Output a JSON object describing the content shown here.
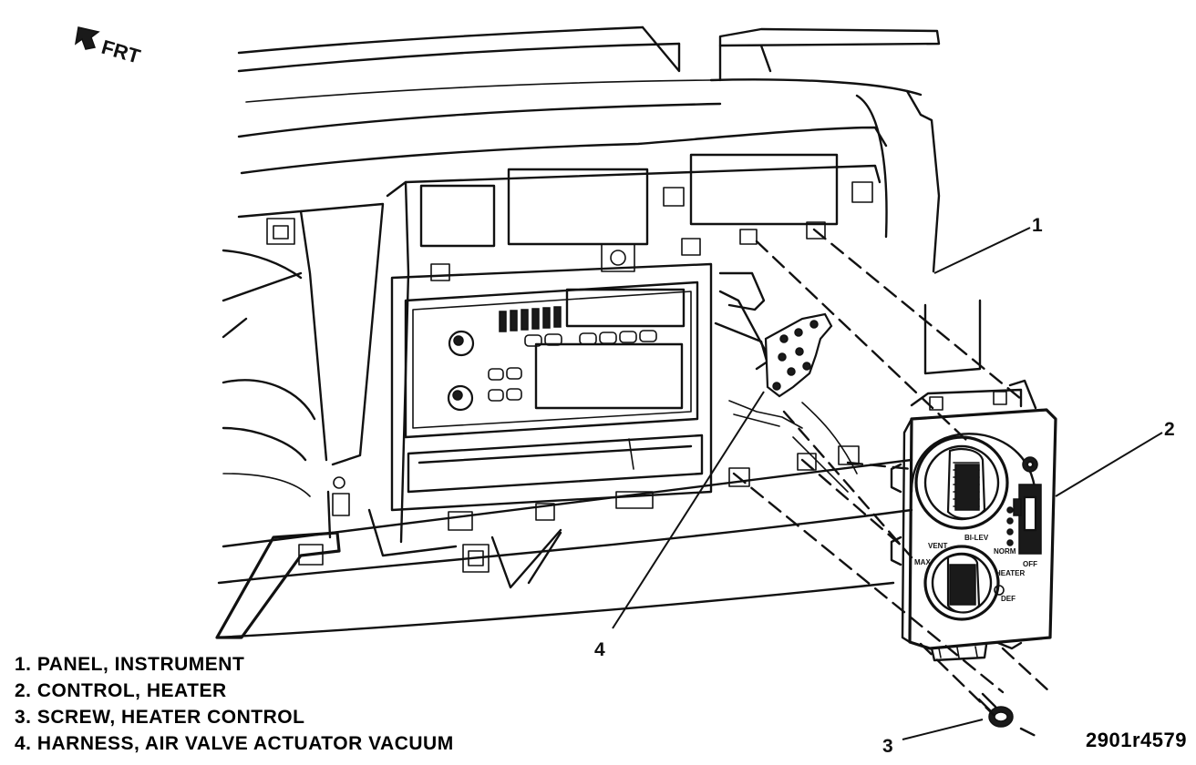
{
  "orientation": {
    "text": "FRT"
  },
  "callouts": [
    "1",
    "2",
    "3",
    "4"
  ],
  "control_labels": {
    "vent": "VENT",
    "bi_lev": "BI-LEV",
    "max": "MAX",
    "norm": "NORM",
    "heater": "HEATER",
    "def": "DEF",
    "off": "OFF"
  },
  "legend": [
    "1. PANEL, INSTRUMENT",
    "2. CONTROL, HEATER",
    "3. SCREW, HEATER CONTROL",
    "4. HARNESS, AIR VALVE ACTUATOR VACUUM"
  ],
  "figure_id": "2901r4579"
}
